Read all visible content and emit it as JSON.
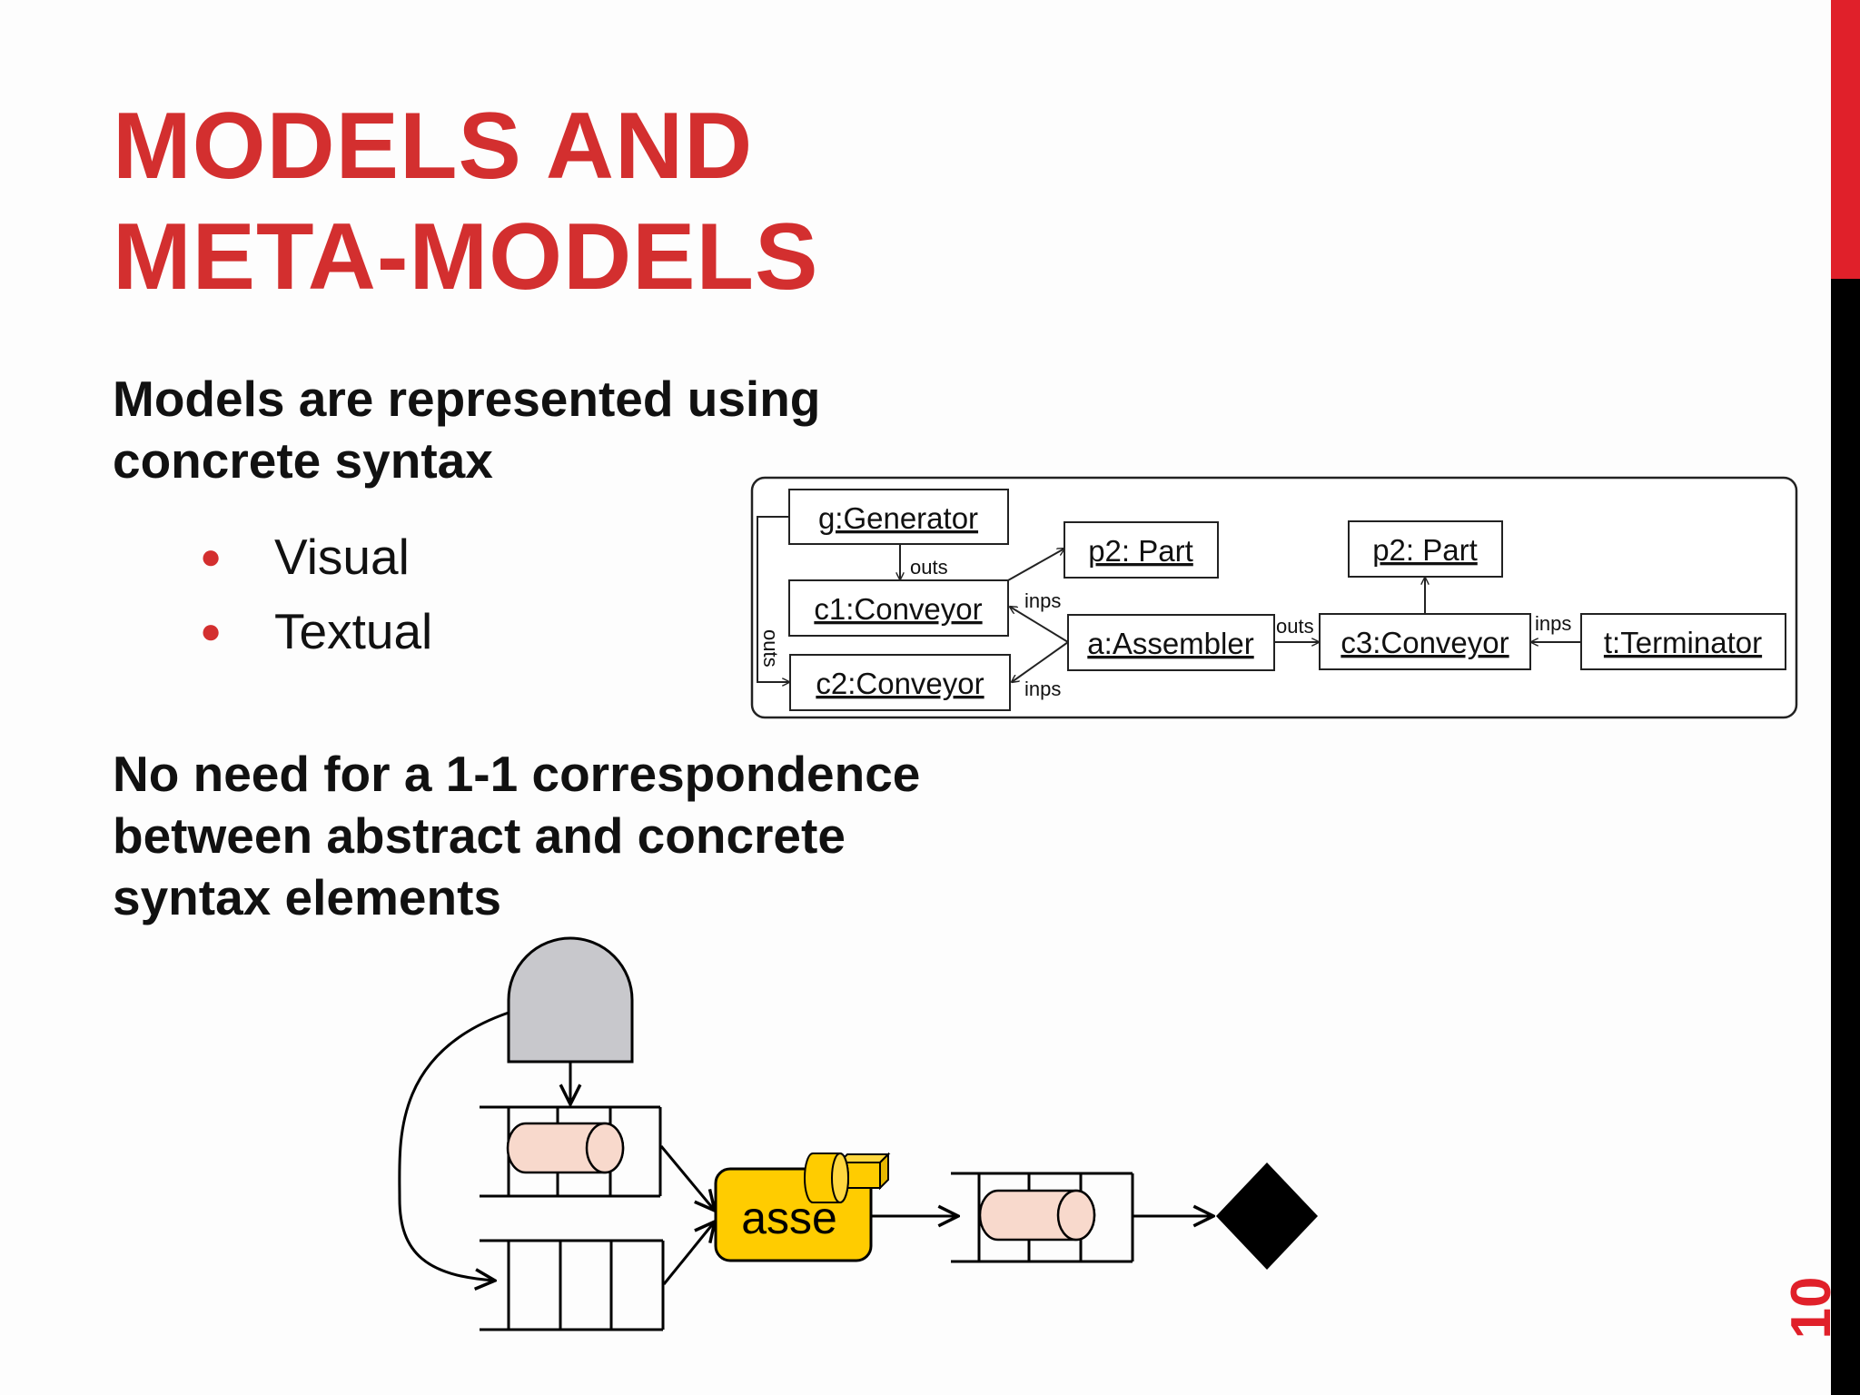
{
  "slide": {
    "title_lines": [
      "MODELS AND",
      "META-MODELS"
    ],
    "number": "10",
    "accent_color": "#e0202a"
  },
  "content": {
    "para1_lines": [
      "Models are represented using",
      "concrete syntax"
    ],
    "bullets": [
      "Visual",
      "Textual"
    ],
    "para2_lines": [
      "No need for a 1-1 correspondence",
      "between abstract and concrete",
      "syntax elements"
    ]
  },
  "uml_diagram": {
    "nodes": {
      "generator": "g:Generator",
      "c1": "c1:Conveyor",
      "c2": "c2:Conveyor",
      "part_left": "p2: Part",
      "assembler": "a:Assembler",
      "c3": "c3:Conveyor",
      "part_right": "p2: Part",
      "terminator": "t:Terminator"
    },
    "edge_labels": {
      "gen_c1": "outs",
      "gen_c2": "outs",
      "asm_c1": "inps",
      "asm_c2": "inps",
      "asm_c3": "outs",
      "term_c3": "inps"
    }
  },
  "visual_diagram": {
    "assembler_label": "asse",
    "assembler_color": "#ffcc00",
    "generator_color": "#c8c8c8",
    "part_color": "#f8d9cc"
  }
}
